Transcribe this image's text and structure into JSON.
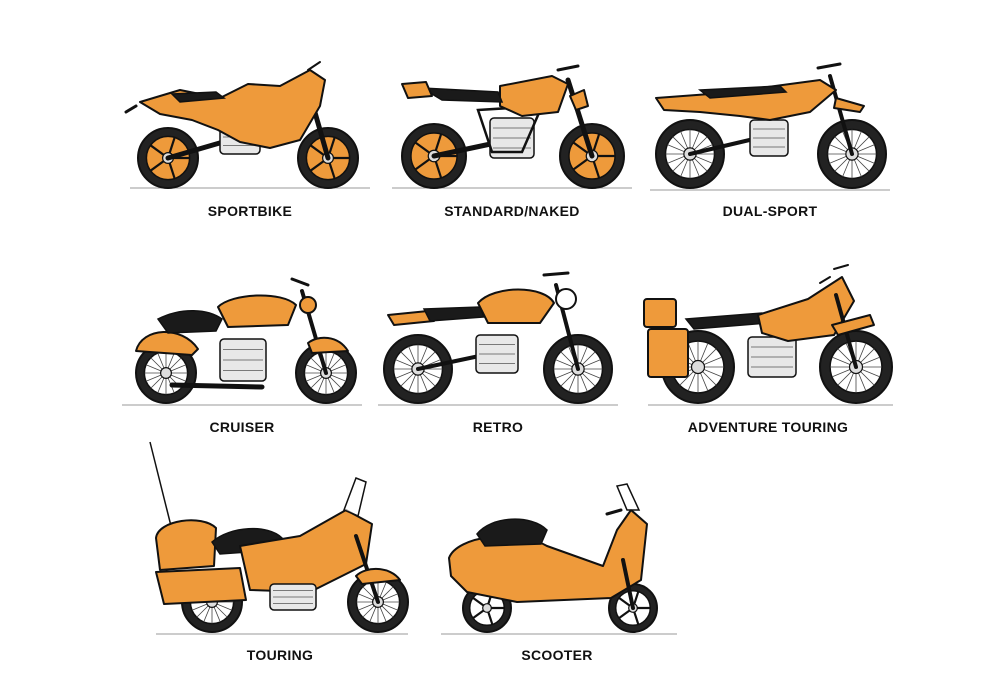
{
  "colors": {
    "body": "#EE9A3B",
    "line": "#111111",
    "ground": "#9a9a9a",
    "seat": "#1a1a1a",
    "spoke": "#444444"
  },
  "motorcycles": [
    {
      "label": "SPORTBIKE",
      "type": "sport"
    },
    {
      "label": "STANDARD/NAKED",
      "type": "naked"
    },
    {
      "label": "DUAL-SPORT",
      "type": "dual"
    },
    {
      "label": "CRUISER",
      "type": "cruiser"
    },
    {
      "label": "RETRO",
      "type": "retro"
    },
    {
      "label": "ADVENTURE TOURING",
      "type": "adventure"
    },
    {
      "label": "TOURING",
      "type": "touring"
    },
    {
      "label": "SCOOTER",
      "type": "scooter"
    }
  ]
}
